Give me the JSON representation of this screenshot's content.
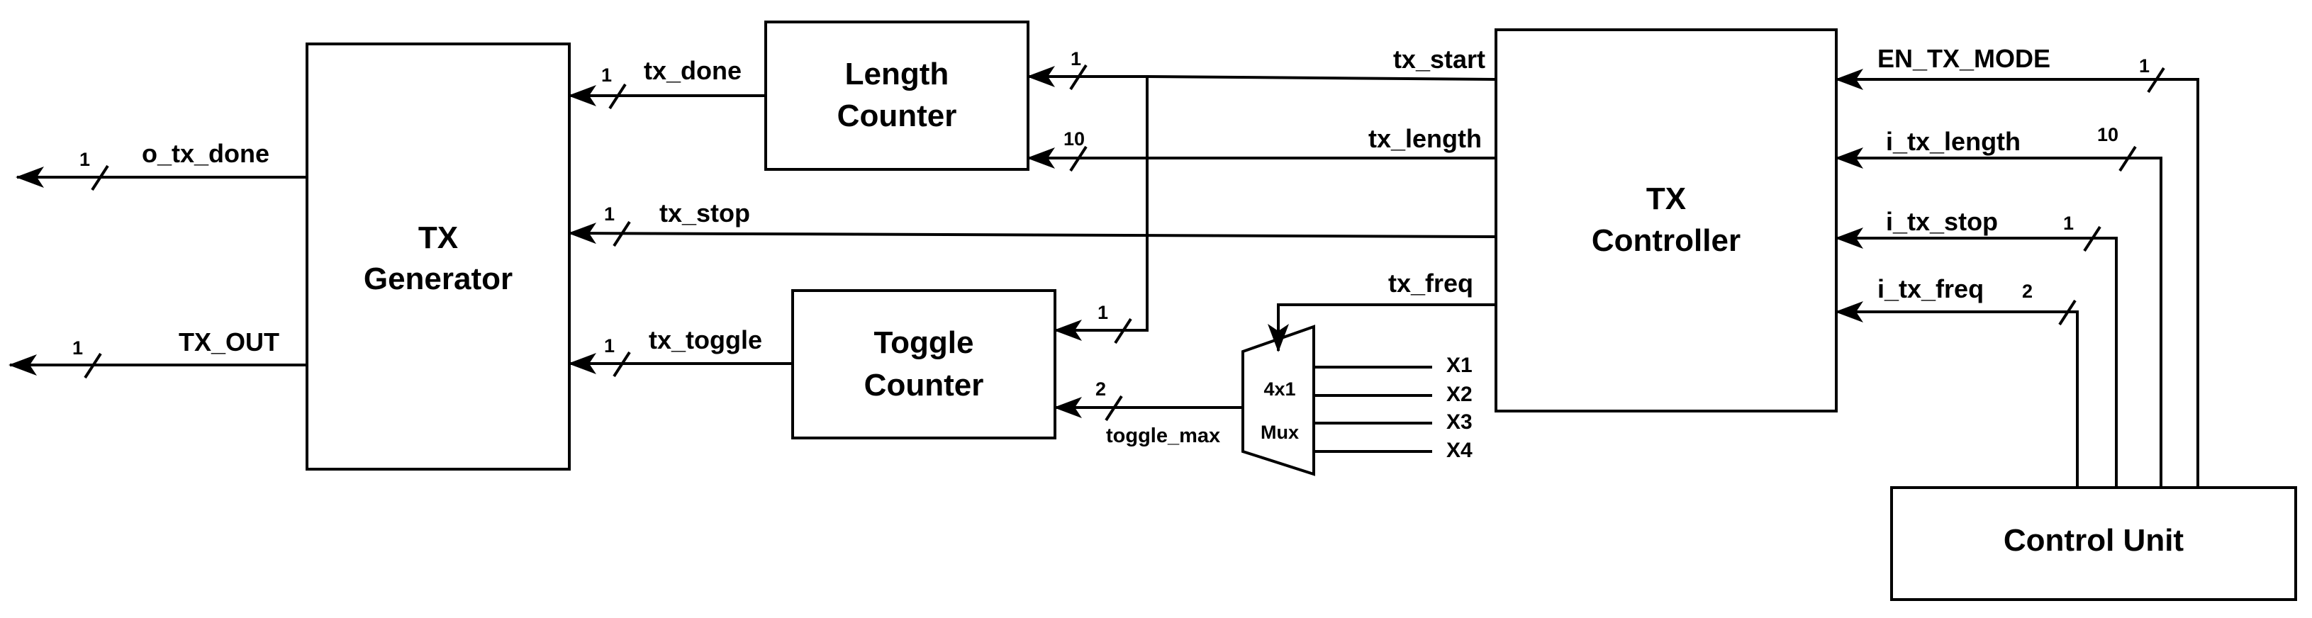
{
  "blocks": {
    "tx_generator": [
      "TX",
      "Generator"
    ],
    "length_counter": [
      "Length",
      "Counter"
    ],
    "toggle_counter": [
      "Toggle",
      "Counter"
    ],
    "tx_controller": [
      "TX",
      "Controller"
    ],
    "control_unit": "Control Unit"
  },
  "mux": {
    "line1": "4x1",
    "line2": "Mux",
    "inputs": [
      "X1",
      "X2",
      "X3",
      "X4"
    ]
  },
  "signals": {
    "o_tx_done": "o_tx_done",
    "tx_out": "TX_OUT",
    "tx_done": "tx_done",
    "tx_stop": "tx_stop",
    "tx_toggle": "tx_toggle",
    "tx_start": "tx_start",
    "tx_length": "tx_length",
    "tx_freq": "tx_freq",
    "toggle_max": "toggle_max",
    "en_tx_mode": "EN_TX_MODE",
    "i_tx_length": "i_tx_length",
    "i_tx_stop": "i_tx_stop",
    "i_tx_freq": "i_tx_freq"
  },
  "widths": {
    "o_tx_done": "1",
    "tx_out": "1",
    "tx_done": "1",
    "tx_stop": "1",
    "tx_toggle": "1",
    "tx_start": "1",
    "tx_length": "10",
    "toggle_start": "1",
    "toggle_max": "2",
    "en_tx_mode": "1",
    "i_tx_length": "10",
    "i_tx_stop": "1",
    "i_tx_freq": "2"
  }
}
